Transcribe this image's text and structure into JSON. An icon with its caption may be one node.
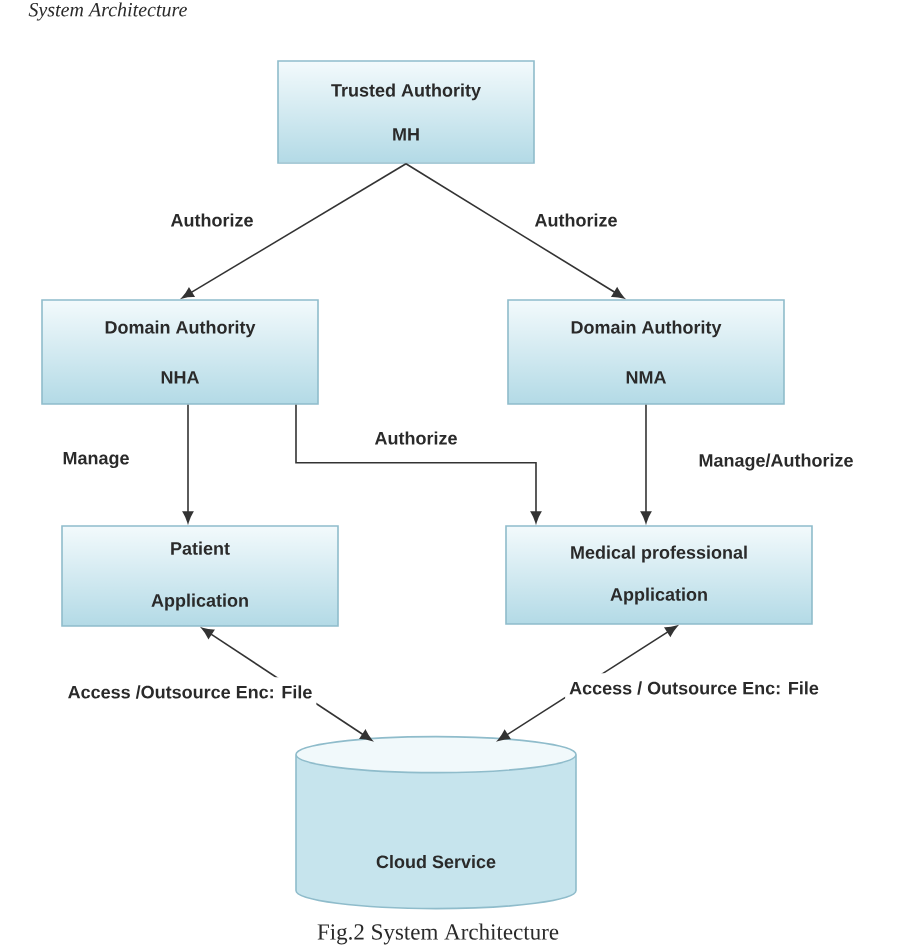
{
  "diagram": {
    "title": "System Architecture",
    "caption": "Fig.2 System Architecture",
    "nodes": [
      {
        "text": [
          "Trusted Authority",
          "MH"
        ]
      },
      {
        "text": [
          "Domain Authority",
          "NHA"
        ]
      },
      {
        "text": [
          "Domain Authority",
          "NMA"
        ]
      },
      {
        "text": [
          "Patient",
          "Application"
        ]
      },
      {
        "text": [
          "Medical professional",
          "Application"
        ]
      },
      {
        "text": [
          "Cloud Service"
        ]
      }
    ],
    "edges": [
      {
        "from": 0,
        "to": 1,
        "arrow": "to",
        "label": "Authorize"
      },
      {
        "from": 0,
        "to": 2,
        "arrow": "to",
        "label": "Authorize"
      },
      {
        "from": 1,
        "to": 3,
        "arrow": "to",
        "label": "Manage"
      },
      {
        "from": 1,
        "to": 4,
        "arrow": "to",
        "label": "Authorize"
      },
      {
        "from": 2,
        "to": 4,
        "arrow": "to",
        "label": "Manage/Authorize"
      },
      {
        "from": 3,
        "to": 5,
        "arrow": "both",
        "label": "Access /Outsource Enc: File"
      },
      {
        "from": 4,
        "to": 5,
        "arrow": "both",
        "label": "Access / Outsource Enc: File"
      }
    ]
  }
}
